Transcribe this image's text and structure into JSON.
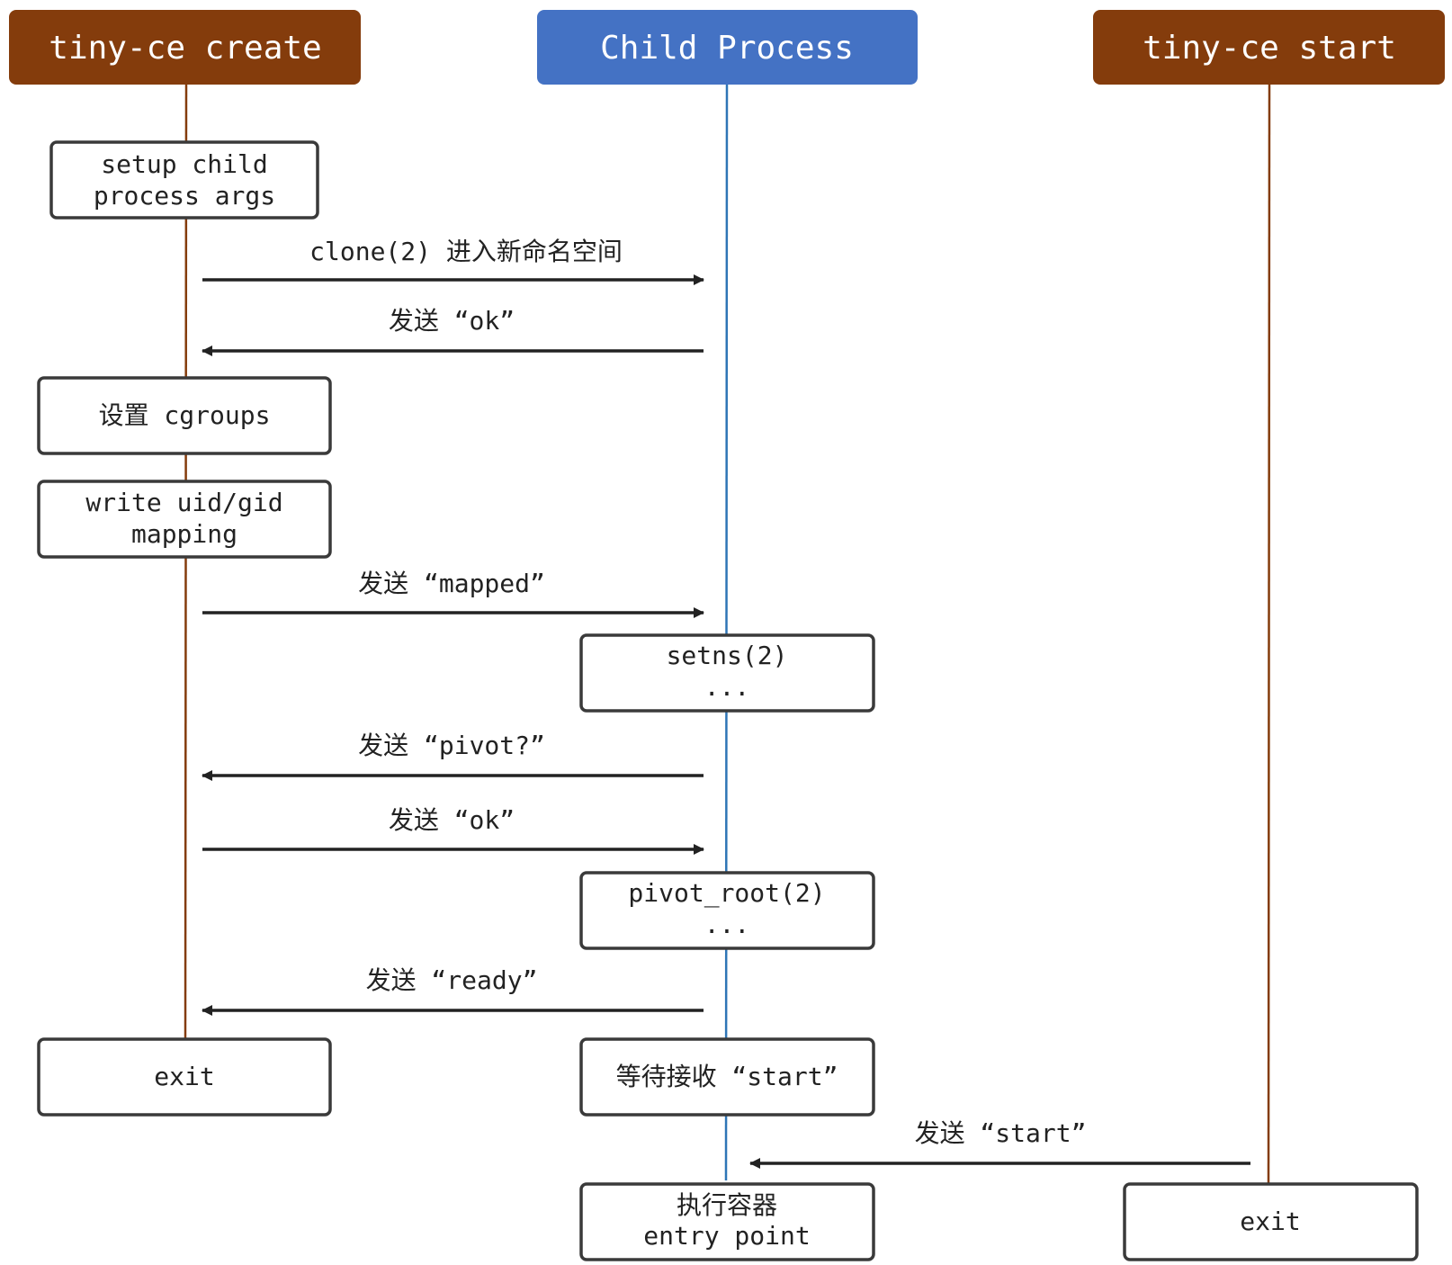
{
  "colors": {
    "create": "#843C0C",
    "child": "#4472C4",
    "start": "#843C0C",
    "box_stroke": "#3a3a3a",
    "arrow": "#222222"
  },
  "participants": {
    "create": "tiny-ce create",
    "child": "Child Process",
    "start": "tiny-ce start"
  },
  "boxes": {
    "setup_line1": "setup child",
    "setup_line2": "process args",
    "cgroups": "设置 cgroups",
    "uidgid_line1": "write uid/gid",
    "uidgid_line2": "mapping",
    "exit_create": "exit",
    "setns_line1": "setns(2)",
    "setns_line2": "...",
    "pivot_line1": "pivot_root(2)",
    "pivot_line2": "...",
    "wait_start": "等待接收 “start”",
    "entry_line1": "执行容器",
    "entry_line2": "entry point",
    "exit_start": "exit"
  },
  "messages": {
    "clone": "clone(2) 进入新命名空间",
    "ok1": "发送 “ok”",
    "mapped": "发送 “mapped”",
    "pivot": "发送 “pivot?”",
    "ok2": "发送 “ok”",
    "ready": "发送 “ready”",
    "start": "发送 “start”"
  }
}
